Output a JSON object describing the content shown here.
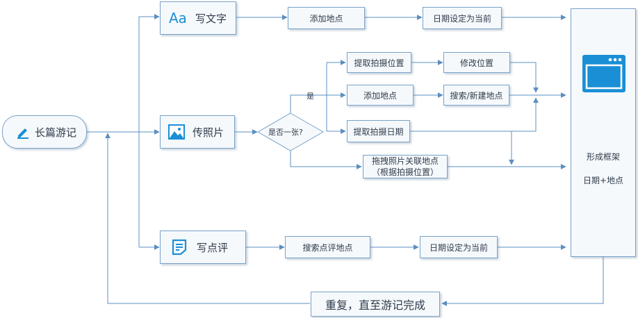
{
  "nodes": {
    "start": "长篇游记",
    "write_text": "写文字",
    "write_text_icon_label": "Aa",
    "add_place_1": "添加地点",
    "date_current_1": "日期设定为当前",
    "photo": "传照片",
    "decision": "是否一张?",
    "yes_label": "是",
    "extract_location": "提取拍摄位置",
    "modify_location": "修改位置",
    "add_place_2": "添加地点",
    "search_new_place": "搜索/新建地点",
    "extract_date": "提取拍摄日期",
    "drag_photo_line1": "拖拽照片关联地点",
    "drag_photo_line2": "（根据拍摄位置）",
    "review": "写点评",
    "search_review_place": "搜索点评地点",
    "date_current_2": "日期设定为当前",
    "form_frame": "形成框架",
    "date_place": "日期+地点",
    "repeat": "重复，直至游记完成"
  },
  "colors": {
    "accent": "#1a8fd6",
    "line": "#5b8fc0",
    "border": "#7aa3c8",
    "box_bg": "#f6f9fc"
  },
  "icons": {
    "start": "pencil-icon",
    "write_text": "font-aa-icon",
    "photo": "image-icon",
    "review": "note-icon",
    "frame": "window-icon"
  }
}
